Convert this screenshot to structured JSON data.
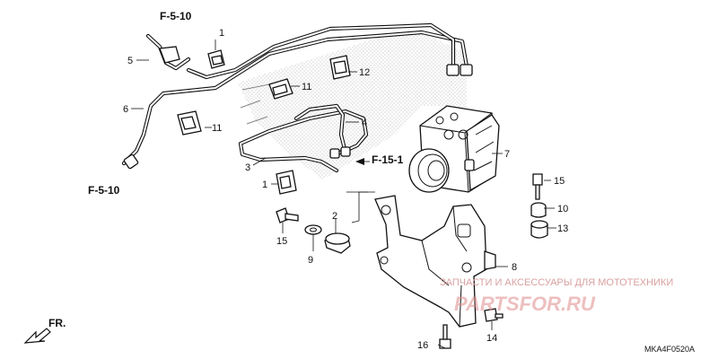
{
  "watermark": {
    "tagline": "ЗАПЧАСТИ И АКСЕССУАРЫ ДЛЯ МОТОТЕХНИКИ",
    "site": "PARTSFOR.RU"
  },
  "references": {
    "f510_top": "F-5-10",
    "f510_bottom": "F-5-10",
    "f151": "F-15-1"
  },
  "callouts": {
    "c1_top": "1",
    "c1_lower": "1",
    "c2": "2",
    "c3": "3",
    "c4": "4",
    "c5": "5",
    "c6": "6",
    "c7": "7",
    "c8": "8",
    "c9": "9",
    "c10": "10",
    "c11_upper": "11",
    "c11_lower": "11",
    "c12": "12",
    "c13": "13",
    "c14": "14",
    "c15_left": "15",
    "c15_right": "15",
    "c16": "16"
  },
  "direction": {
    "label": "FR.",
    "icon": "arrow-front-icon"
  },
  "diagram_code": "MKA4F0520A"
}
